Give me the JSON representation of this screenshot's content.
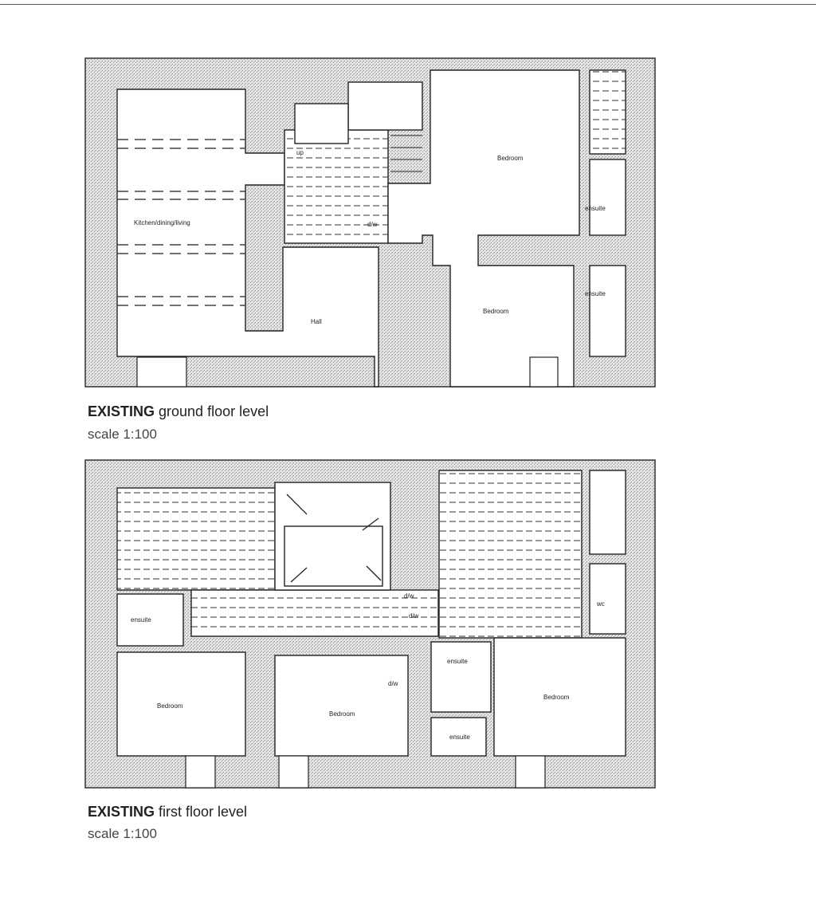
{
  "ground_floor": {
    "title_bold": "EXISTING",
    "title_rest": " ground floor level",
    "scale": "scale 1:100",
    "labels": {
      "kitchen": "Kitchen/dining/living",
      "hall": "Hall",
      "bedroom_1": "Bedroom",
      "bedroom_2": "Bedroom",
      "ensuite_1": "ensuite",
      "ensuite_2": "ensuite",
      "up": "up",
      "dw": "d/w"
    }
  },
  "first_floor": {
    "title_bold": "EXISTING",
    "title_rest": " first floor level",
    "scale": "scale 1:100",
    "labels": {
      "ensuite_left": "ensuite",
      "bedroom_left": "Bedroom",
      "bedroom_middle": "Bedroom",
      "bedroom_right": "Bedroom",
      "ensuite_mid_top": "ensuite",
      "ensuite_mid_bottom": "ensuite",
      "wc": "wc",
      "dw_1": "d/w",
      "dw_2": "d/w",
      "dw_3": "d/w"
    }
  },
  "colors": {
    "wall_fill": "#d8d8d8",
    "line": "#222222"
  }
}
